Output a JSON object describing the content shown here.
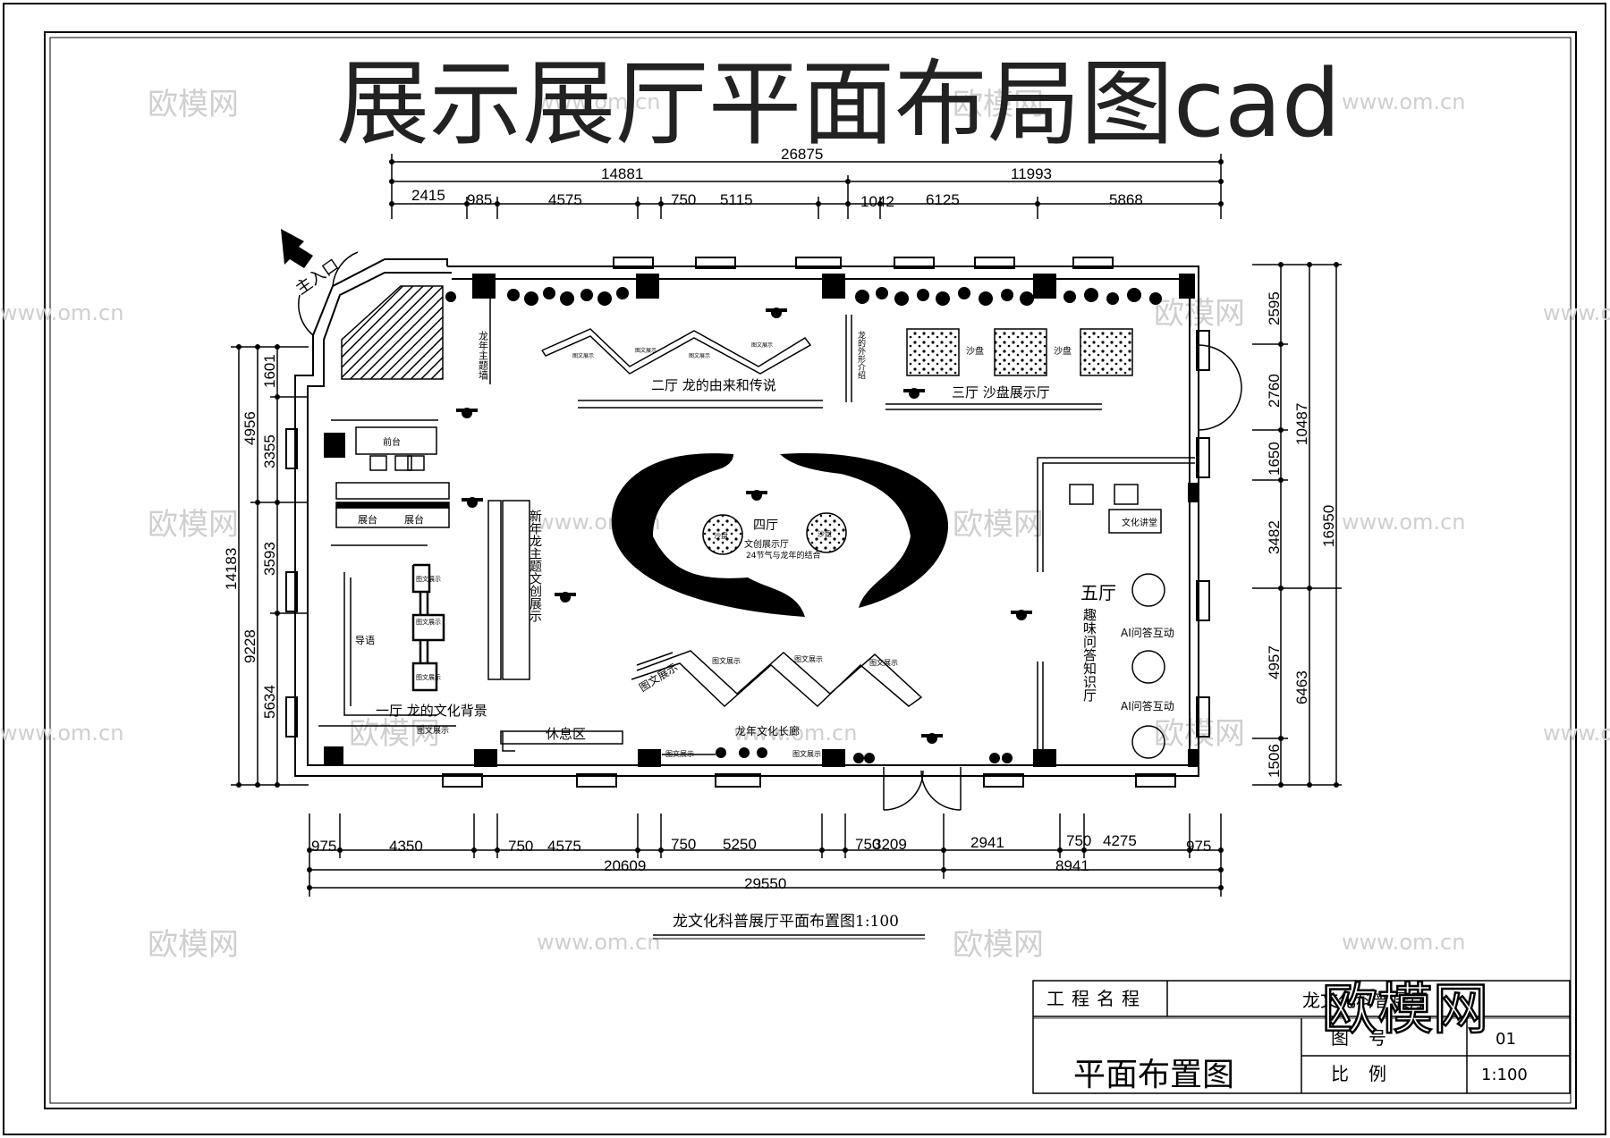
{
  "title": "展示展厅平面布局图cad",
  "caption": "龙文化科普展厅平面布置图1:100",
  "entrance": "主入口",
  "dims_top_total": "26875",
  "dims_top_halves": [
    "14881",
    "11993"
  ],
  "dims_top_parts": [
    "2415",
    "985",
    "4575",
    "750",
    "5115",
    "1042",
    "6125",
    "5868"
  ],
  "dims_bottom_parts": [
    "975",
    "4350",
    "750",
    "4575",
    "750",
    "5250",
    "750",
    "3209",
    "2941",
    "750",
    "4275",
    "975"
  ],
  "dims_bottom_halves": [
    "20609",
    "8941"
  ],
  "dims_bottom_total": "29550",
  "dims_left_outer": "14183",
  "dims_left_mid": [
    "4956",
    "9228"
  ],
  "dims_left_inner": [
    "1601",
    "3355",
    "3593",
    "5634"
  ],
  "dims_right_outer": "16950",
  "dims_right_mid": [
    "10487",
    "6463"
  ],
  "dims_right_inner": [
    "2595",
    "2760",
    "1650",
    "3482",
    "4957",
    "1506"
  ],
  "rooms": {
    "hall1": "一厅  龙的文化背景",
    "hall2": "二厅  龙的由来和传说",
    "hall3": "三厅  沙盘展示厅",
    "hall4": "四厅",
    "hall4_sub1": "文创展示厅",
    "hall4_sub2": "24节气与龙年的结合",
    "hall5": "五厅",
    "hall5_vertical": "趣味问答知识厅",
    "rest": "休息区",
    "corridor": "龙年文化长廊",
    "lecture": "文化讲堂",
    "ai_qa": "AI问答互动",
    "new_year_vertical": "新年龙主题文创展示",
    "theme_wall_vertical": "龙年主题墙",
    "shape_vertical": "龙的外形介绍",
    "front_desk": "前台",
    "stand": "展台",
    "guide": "导语",
    "graphic": "图文展示",
    "sandbox": "沙盘"
  },
  "title_block": {
    "project_label": "工程名程",
    "project_value": "龙文化科普展厅",
    "drawing_name": "平面布置图",
    "number_label": "图号",
    "number_value": "01",
    "scale_label": "比例",
    "scale_value": "1:100"
  },
  "watermarks": [
    "欧模网",
    "www.om.cn"
  ],
  "big_watermark": "欧模网"
}
